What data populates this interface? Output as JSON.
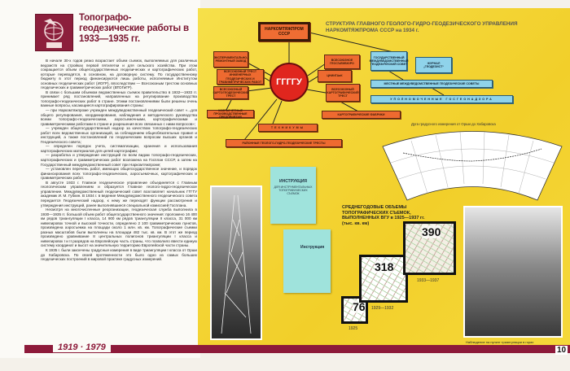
{
  "page": {
    "title": "Топографо-геодезические работы в 1933—1935 гг.",
    "logo_text": "ГГГГУ",
    "footer_years": "1919 · 1979",
    "page_number": "10"
  },
  "body": {
    "paragraphs": [
      "В начале 30-х годов резко возрастает объем съемок, выполняемых для различных ведомств на стройках первой пятилетки и для сельского хозяйства. При этом сокращается объем общегосударственных геодезических и картографических работ, которые переводятся, в основном, на договорную систему. По государственному бюджету в этот период финансируются лишь работы, исполняемые Институтом основных геодезических работ (ИОГР), впоследствии — Всесоюзным трестом основных геодезических и гравиметрических работ (ВТОГиГР).",
      "В связи с большим объемом ведомственных съемок правительство в 1932—1933 гг. принимает ряд постановлений, направленных на регулирование производства топографо-геодезических работ в стране. Этими постановлениями были решены очень важные вопросы, касающиеся картографирования страны:",
      "— при Наркомтяжпроме учрежден междуведомственный геодезический совет «...для общего регулирования, координирования, наблюдения и методического руководства всеми топографо-геодезическими, аэросъемочными, картографическими и гравиметрическими работами в стране и разрешения всех связанных с ними вопросов»;",
      "— учрежден общегосударственный надзор за качеством топографо-геодезических работ всех ведомственных организаций, за соблюдением общеобязательных правил и инструкций, а также постановлений по геодезическим вопросам высших органов и Геодезического совета;",
      "— определен порядок учета, систематизации, хранения и использования картографических материалов для целей картографии;",
      "— разработка и утверждение инструкций по всем видам топографо-геодезических, картографических и гравиметрических работ возложена на Госплан СССР, а затем на Государственный междуведомственный совет при Наркомтяжпроме;",
      "— установлен перечень работ, имеющих общегосударственное значение, и порядок финансирования всех топографо-геодезических, аэросъемочных, картографических и гравиметрических работ.",
      "В августе 1933 г. Главное геодезическое управление объединяется с Главным геологическим управлением и образуется Главное геолого-гидро-геодезическое управление. Междуведомственный геодезический совет возглавляет начальник ГГГГУ академик И. М. Губкин. В 1934 г. в ведение Междуведомственного геодезического совета передается Геодезический надзор, к нему же переходят функции рассмотрения и утверждения инструкций, ранее выполнявшиеся специальной комиссией Госплана.",
      "Несмотря на многочисленные реорганизации, геодезическая служба выполнила в 1930—1935 гг. большой объем работ общегосударственного значения: проложено 16 400 км рядов триангуляции I класса, 14 900 км рядов триангуляции II класса, 31 000 км нивелировок точной и высокой точности, определено 2 100 гравиметрических пунктов, произведена аэросъемка на площади около 1 млн. кв. км. Топографические съемки разных масштабов были выполнены на площади 482 тыс. кв. км. В этот же период произведено уравнивание 8 центральных полигонов триангуляции I класса и нивелировок I и II разрядов на Европейскую часть страны, что позволило ввести единую систему координат и высот на значительную территорию Европейской части страны.",
      "К 1935 г. были закончены градусные измерения в виде триангуляции I класса от Орши до Хабаровска. По своей протяженности это было одно из самых больших геодезических построений в мировой практике градусных измерений."
    ]
  },
  "structure": {
    "title": "СТРУКТУРА ГЛАВНОГО ГЕОЛОГО-ГИДРО-ГЕОДЕЗИЧЕСКОГО УПРАВЛЕНИЯ НАРКОМТЯЖПРОМА СССР на 1934 г.",
    "top": "НАРКОМТЯЖПРОМ СССР",
    "center": "ГГГГУ",
    "left_units": [
      "ЭКСПЕРИМЕНТАЛЬНО-РЕМОНТНЫЙ ЗАВОД",
      "ВСЕСОЮЗНЫЙ ТРЕСТ ИНЖЕНЕРНЫХ ГЕОДЕЗИЧЕСКИХ И ГРАВИМЕТРИЧЕСКИХ РАБОТ",
      "ВСЕСОЮЗНЫЙ КАРТОГЕОДЕЗИЧЕСКИЙ ТРЕСТ",
      "ХОЗРАСЧЕТНЫЕ ПРОИЗВОДСТВЕННЫЕ ПРЕДПРИЯТИЯ"
    ],
    "right_units": [
      "ВСЕСОЮЗНОЕ ГЕОСЪЕМБЮРО",
      "ЦНИИГАиК",
      "ВСЕСОЮЗНЫЙ КАРТОГРАФИЧЕСКИЙ ТРЕСТ",
      "КАРТОГРАФИЧЕСКИЕ ФАБРИКИ"
    ],
    "bottom_units": [
      "ТЕХНИКУМЫ",
      "РАЙОННЫЕ ГЕОЛОГО-ГИДРО-ГЕОДЕЗИЧЕСКИЕ ТРЕСТЫ"
    ],
    "council": "ГОСУДАРСТВЕННЫЙ МЕЖДУВЕДОМСТВЕННЫЙ ГЕОДЕЗИЧЕСКИЙ СОВЕТ",
    "journal": "ЖУРНАЛ „ГЕОДЕЗИСТ“",
    "local_councils": "МЕСТНЫЕ МЕЖДУВЕДОМСТВЕННЫЕ ГЕОДЕЗИЧЕСКИЕ СОВЕТЫ",
    "inspectors": "УПОЛНОМОЧЕННЫЕ ГОСГЕОНАДЗОРА"
  },
  "arc": {
    "caption": "Дуга градусного измерения от Орши до Хабаровска"
  },
  "documents": {
    "doc1_title": "ИНСТРУКЦИЯ",
    "doc1_subtitle": "ДЛЯ ИНСТРУМЕНТАЛЬНЫХ ТОПОГРАФИЧЕСКИХ СЪЕМОК",
    "doc2_title": "Инструкция"
  },
  "volumes": {
    "title": "СРЕДНЕГОДОВЫЕ ОБЪЕМЫ ТОПОГРАФИЧЕСКИХ СЪЕМОК, ВЫПОЛНЕННЫХ ВГУ в 1925—1937 гг. (тыс. кв. км)",
    "periods": [
      "1925",
      "1929—1932",
      "1933—1937"
    ],
    "values": [
      "76",
      "318",
      "390"
    ]
  },
  "photo": {
    "caption": "Наблюдение на пункте триангуляции в горах"
  }
}
